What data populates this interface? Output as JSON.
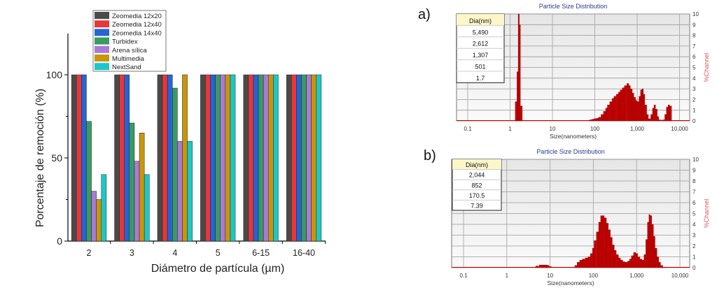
{
  "chart_data": [
    {
      "type": "bar",
      "title": "",
      "xlabel": "Diámetro de partícula (µm)",
      "ylabel": "Porcentaje de remoción (%)",
      "ylim": [
        0,
        125
      ],
      "yticks": [
        0,
        50,
        100
      ],
      "categories": [
        "2",
        "3",
        "4",
        "5",
        "6-15",
        "16-40"
      ],
      "legend_position": "top-left",
      "series": [
        {
          "name": "Zeomedia 12x20",
          "color": "#4a4a4a",
          "values": [
            100,
            100,
            100,
            100,
            100,
            100
          ]
        },
        {
          "name": "Zeomedia 12x40",
          "color": "#e8373a",
          "values": [
            100,
            100,
            100,
            100,
            100,
            100
          ]
        },
        {
          "name": "Zeomedia 14x40",
          "color": "#2563d6",
          "values": [
            100,
            100,
            100,
            100,
            100,
            100
          ]
        },
        {
          "name": "Turbidex",
          "color": "#3a9b62",
          "values": [
            72,
            71,
            92,
            100,
            100,
            100
          ]
        },
        {
          "name": "Arena sílica",
          "color": "#a97ad6",
          "values": [
            30,
            48,
            60,
            100,
            100,
            100
          ]
        },
        {
          "name": "Multimedia",
          "color": "#c9960a",
          "values": [
            25,
            65,
            100,
            100,
            100,
            100
          ]
        },
        {
          "name": "NextSand",
          "color": "#1cc7c7",
          "values": [
            40,
            40,
            60,
            100,
            100,
            100
          ]
        }
      ]
    },
    {
      "type": "bar",
      "panel": "a)",
      "title": "Particle Size Distribution",
      "xlabel": "Size(nanometers)",
      "ylabel": "%Channel",
      "xscale": "log",
      "xlim": [
        0.05,
        15000
      ],
      "ylim": [
        0,
        10
      ],
      "xticks": [
        {
          "v": 0.1,
          "label": "0.1"
        },
        {
          "v": 1,
          "label": "1"
        },
        {
          "v": 10,
          "label": "10"
        },
        {
          "v": 100,
          "label": "100"
        },
        {
          "v": 1000,
          "label": "1,000"
        },
        {
          "v": 10000,
          "label": "10,000"
        }
      ],
      "table_header": "Dia(nm)",
      "table_values": [
        "5,490",
        "2,612",
        "1,307",
        "501",
        "1.7"
      ],
      "points": [
        [
          1.4,
          1.8
        ],
        [
          1.5,
          4.6
        ],
        [
          1.6,
          10
        ],
        [
          1.7,
          9
        ],
        [
          1.8,
          1.4
        ],
        [
          80,
          0.1
        ],
        [
          90,
          0.15
        ],
        [
          100,
          0.2
        ],
        [
          115,
          0.25
        ],
        [
          130,
          0.35
        ],
        [
          150,
          0.6
        ],
        [
          170,
          0.9
        ],
        [
          190,
          1.2
        ],
        [
          210,
          1.5
        ],
        [
          240,
          1.8
        ],
        [
          270,
          2.1
        ],
        [
          300,
          2.3
        ],
        [
          340,
          2.5
        ],
        [
          380,
          2.7
        ],
        [
          420,
          2.9
        ],
        [
          470,
          3.1
        ],
        [
          530,
          3.3
        ],
        [
          600,
          3.5
        ],
        [
          660,
          3.3
        ],
        [
          730,
          3.0
        ],
        [
          800,
          2.6
        ],
        [
          880,
          2.2
        ],
        [
          960,
          1.9
        ],
        [
          1050,
          1.8
        ],
        [
          1150,
          2.3
        ],
        [
          1250,
          2.9
        ],
        [
          1350,
          3.0
        ],
        [
          1450,
          2.5
        ],
        [
          1600,
          1.5
        ],
        [
          1750,
          0.6
        ],
        [
          1950,
          0.2
        ],
        [
          2200,
          0.6
        ],
        [
          2400,
          1.2
        ],
        [
          2600,
          1.5
        ],
        [
          2850,
          1.1
        ],
        [
          3100,
          0.4
        ],
        [
          3400,
          0.1
        ],
        [
          4200,
          0.1
        ],
        [
          4700,
          0.6
        ],
        [
          5100,
          1.3
        ],
        [
          5600,
          1.5
        ],
        [
          6100,
          1.4
        ]
      ]
    },
    {
      "type": "bar",
      "panel": "b)",
      "title": "Particle Size Distribution",
      "xlabel": "Size(nanometers)",
      "ylabel": "%Channel",
      "xscale": "log",
      "xlim": [
        0.05,
        15000
      ],
      "ylim": [
        0,
        10
      ],
      "xticks": [
        {
          "v": 0.1,
          "label": "0.1"
        },
        {
          "v": 1,
          "label": "1"
        },
        {
          "v": 10,
          "label": "10"
        },
        {
          "v": 100,
          "label": "100"
        },
        {
          "v": 1000,
          "label": "1,000"
        },
        {
          "v": 10000,
          "label": "10,000"
        }
      ],
      "table_header": "Dia(nm)",
      "table_values": [
        "2,044",
        "852",
        "170.5",
        "7.39"
      ],
      "points": [
        [
          5,
          0.15
        ],
        [
          6,
          0.25
        ],
        [
          7,
          0.25
        ],
        [
          8,
          0.25
        ],
        [
          9,
          0.22
        ],
        [
          10,
          0.1
        ],
        [
          40,
          0.2
        ],
        [
          45,
          0.5
        ],
        [
          52,
          0.7
        ],
        [
          60,
          0.8
        ],
        [
          70,
          0.9
        ],
        [
          80,
          1.0
        ],
        [
          90,
          1.3
        ],
        [
          100,
          1.8
        ],
        [
          110,
          2.5
        ],
        [
          125,
          3.3
        ],
        [
          140,
          4.2
        ],
        [
          155,
          4.8
        ],
        [
          170,
          4.8
        ],
        [
          190,
          4.6
        ],
        [
          210,
          4.1
        ],
        [
          235,
          3.5
        ],
        [
          260,
          2.8
        ],
        [
          290,
          2.1
        ],
        [
          320,
          1.6
        ],
        [
          360,
          1.2
        ],
        [
          400,
          0.9
        ],
        [
          450,
          0.7
        ],
        [
          510,
          0.55
        ],
        [
          580,
          0.5
        ],
        [
          650,
          0.6
        ],
        [
          720,
          0.8
        ],
        [
          800,
          1.1
        ],
        [
          900,
          1.4
        ],
        [
          1000,
          1.3
        ],
        [
          1120,
          1.0
        ],
        [
          1250,
          0.8
        ],
        [
          1400,
          0.7
        ],
        [
          1550,
          1.2
        ],
        [
          1700,
          2.6
        ],
        [
          1850,
          4.2
        ],
        [
          2000,
          4.9
        ],
        [
          2150,
          4.8
        ],
        [
          2350,
          4.0
        ],
        [
          2550,
          2.9
        ],
        [
          2800,
          1.8
        ],
        [
          3100,
          1.0
        ],
        [
          3400,
          0.5
        ],
        [
          3800,
          0.2
        ],
        [
          4300,
          0.05
        ]
      ]
    }
  ]
}
